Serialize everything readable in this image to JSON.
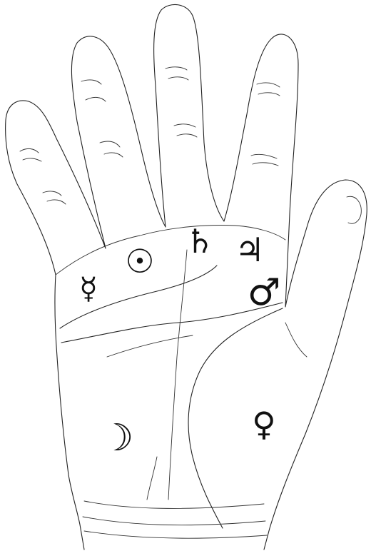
{
  "palm_diagram": {
    "symbols": [
      {
        "id": "mercury",
        "glyph": "☿"
      },
      {
        "id": "sun",
        "glyph": "☉"
      },
      {
        "id": "saturn",
        "glyph": "♄"
      },
      {
        "id": "jupiter",
        "glyph": "♃"
      },
      {
        "id": "mars",
        "glyph": "♂"
      },
      {
        "id": "moon",
        "glyph": "☽"
      },
      {
        "id": "venus",
        "glyph": "♀"
      }
    ]
  }
}
